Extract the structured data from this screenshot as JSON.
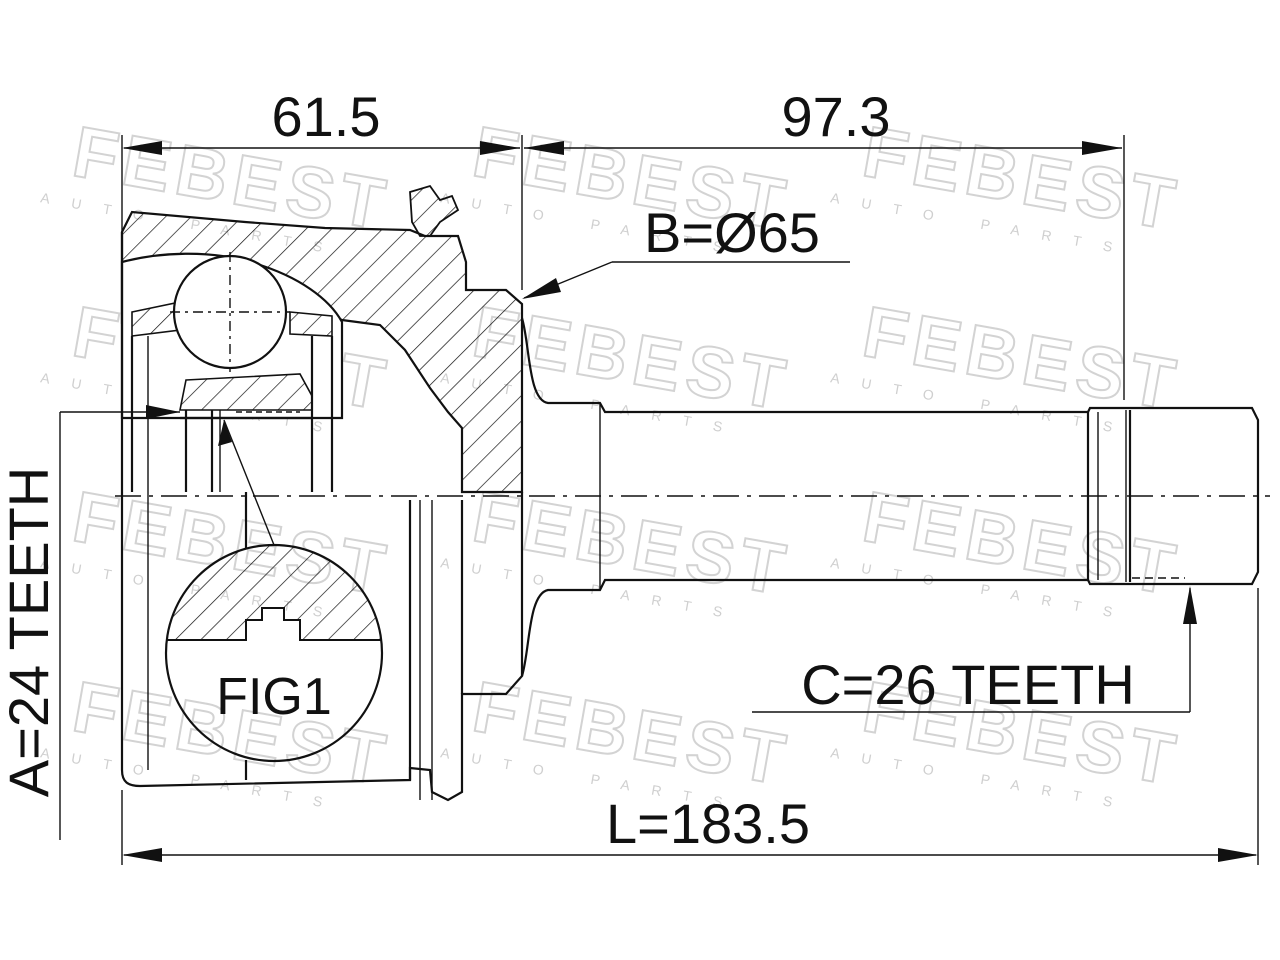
{
  "watermark": {
    "brand": "FEBEST",
    "tagline": "AUTO PARTS"
  },
  "dimensions": {
    "left_length": "61.5",
    "right_length": "97.3",
    "outer_diameter": "B=Ø65",
    "outer_teeth": "A=24 TEETH",
    "shaft_teeth": "C=26 TEETH",
    "total_length": "L=183.5"
  },
  "figure_label": "FIG1",
  "colors": {
    "line": "#111111",
    "watermark": "#d3d3d3",
    "background": "#ffffff"
  }
}
